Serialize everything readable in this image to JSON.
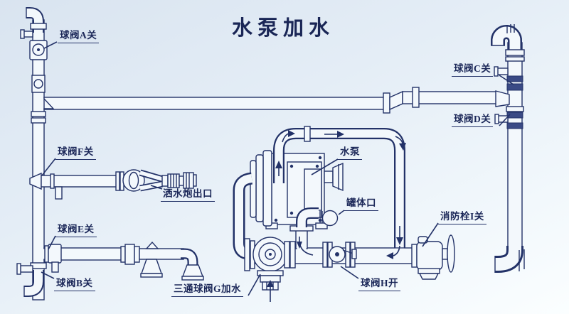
{
  "title": "水泵加水",
  "labels": {
    "valve_a": "球阀A关",
    "valve_c": "球阀C关",
    "valve_d": "球阀D关",
    "valve_f": "球阀F关",
    "cannon_outlet": "洒水炮出口",
    "pump": "水泵",
    "tank_port": "罐体口",
    "valve_e": "球阀E关",
    "valve_b": "球阀B关",
    "valve_g": "三通球阀G加水",
    "valve_h": "球阀H开",
    "hydrant_i": "消防栓I关"
  },
  "colors": {
    "ink": "#233268",
    "paper_top": "#d9e4f0",
    "paper_bottom": "#fbfeff",
    "pipe_fill": "#f3f8fc"
  }
}
